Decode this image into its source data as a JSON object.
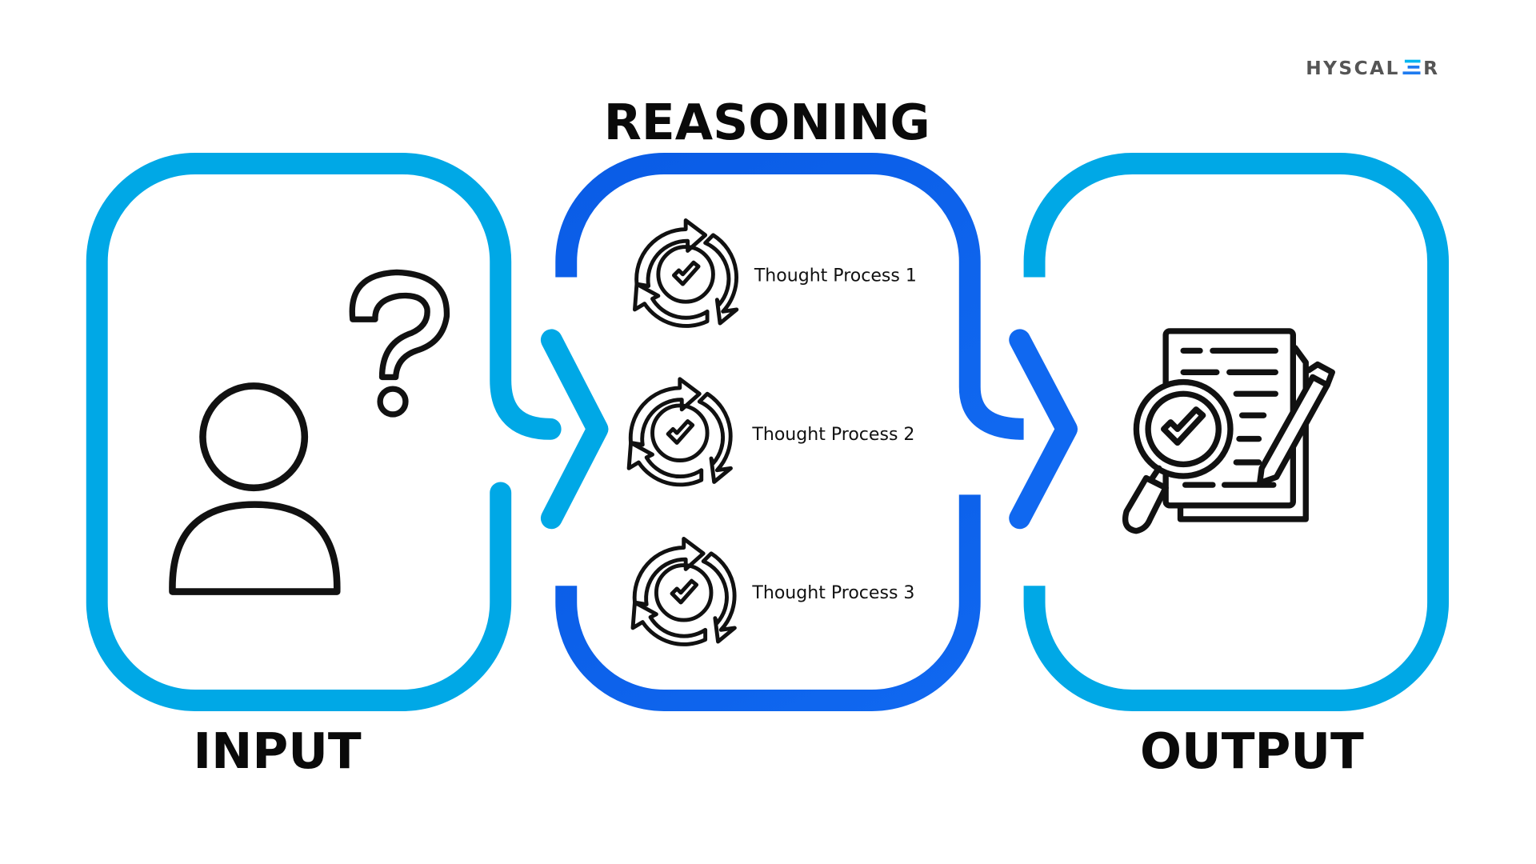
{
  "logo": {
    "text": "HYSCALER",
    "accent_color": "#1e7bf0",
    "text_color": "#555555"
  },
  "stages": {
    "input": {
      "label": "INPUT",
      "color": "#00a8e6"
    },
    "reasoning": {
      "label": "REASONING",
      "color": "#0a5fe8"
    },
    "output": {
      "label": "OUTPUT",
      "color": "#00a8e6"
    }
  },
  "thought_processes": [
    {
      "label": "Thought Process 1"
    },
    {
      "label": "Thought Process 2"
    },
    {
      "label": "Thought Process 3"
    }
  ],
  "icons": {
    "input": [
      "user-icon",
      "question-mark-icon"
    ],
    "reasoning": "cycle-check-icon",
    "output": "document-review-icon"
  }
}
